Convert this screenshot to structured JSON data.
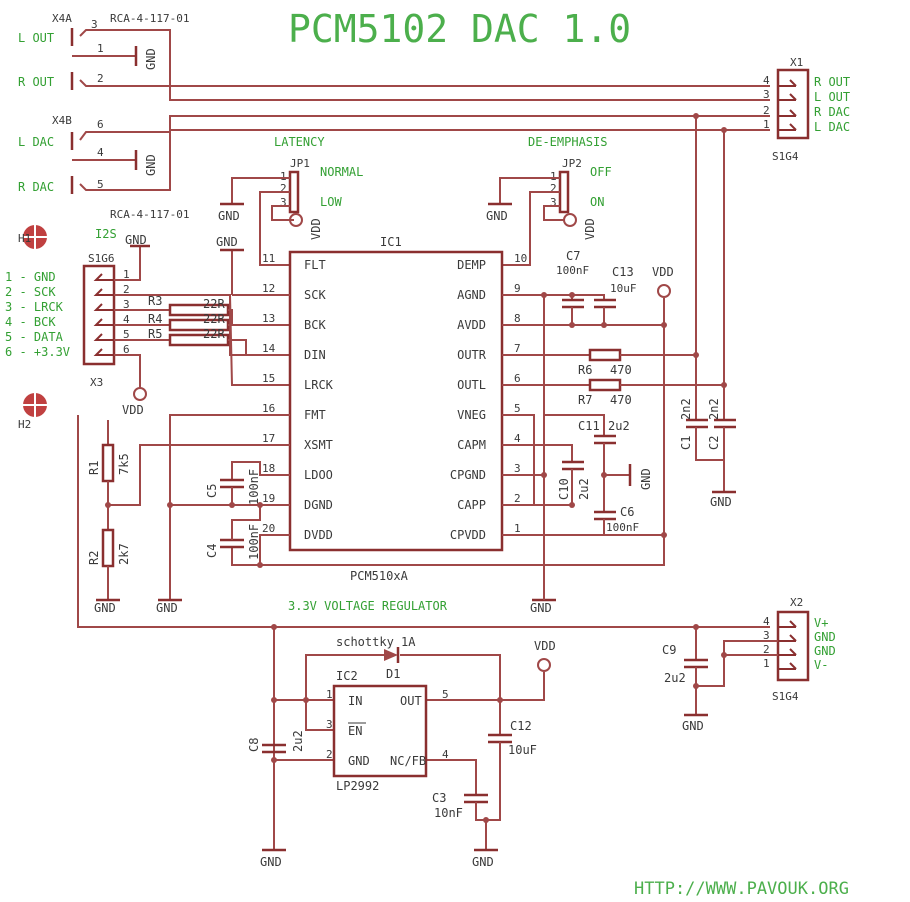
{
  "title": "PCM5102 DAC 1.0",
  "url": "HTTP://WWW.PAVOUK.ORG",
  "colors": {
    "wire": "#a04848",
    "body": "#8a2f2f",
    "label": "#33a033",
    "text": "#3a3a3a"
  },
  "x4a": {
    "name": "X4A",
    "part": "RCA-4-117-01",
    "l_out": "L OUT",
    "r_out": "R OUT",
    "p3": "3",
    "p1": "1",
    "p2": "2"
  },
  "x4b": {
    "name": "X4B",
    "part": "RCA-4-117-01",
    "l_dac": "L DAC",
    "r_dac": "R DAC",
    "p6": "6",
    "p4": "4",
    "p5": "5"
  },
  "gnd": "GND",
  "vdd": "VDD",
  "x1": {
    "name": "X1",
    "part": "S1G4",
    "pins": [
      "4",
      "3",
      "2",
      "1"
    ],
    "labels": [
      "R OUT",
      "L OUT",
      "R DAC",
      "L DAC"
    ]
  },
  "x2": {
    "name": "X2",
    "part": "S1G4",
    "pins": [
      "4",
      "3",
      "2",
      "1"
    ],
    "labels": [
      "V+",
      "GND",
      "GND",
      "V-"
    ]
  },
  "x3": {
    "name": "X3",
    "part": "S1G6",
    "header": "I2S",
    "pins": [
      "1",
      "2",
      "3",
      "4",
      "5",
      "6"
    ],
    "legend": [
      "1 - GND",
      "2 - SCK",
      "3 - LRCK",
      "4 - BCK",
      "5 - DATA",
      "6 - +3.3V"
    ]
  },
  "holes": [
    "H1",
    "H2"
  ],
  "jp1": {
    "section": "LATENCY",
    "name": "JP1",
    "opt1": "NORMAL",
    "opt2": "LOW",
    "pins": [
      "1",
      "2",
      "3"
    ]
  },
  "jp2": {
    "section": "DE-EMPHASIS",
    "name": "JP2",
    "opt1": "OFF",
    "opt2": "ON",
    "pins": [
      "1",
      "2",
      "3"
    ]
  },
  "ic1": {
    "name": "IC1",
    "part": "PCM510xA",
    "left": [
      [
        "11",
        "FLT"
      ],
      [
        "12",
        "SCK"
      ],
      [
        "13",
        "BCK"
      ],
      [
        "14",
        "DIN"
      ],
      [
        "15",
        "LRCK"
      ],
      [
        "16",
        "FMT"
      ],
      [
        "17",
        "XSMT"
      ],
      [
        "18",
        "LDOO"
      ],
      [
        "19",
        "DGND"
      ],
      [
        "20",
        "DVDD"
      ]
    ],
    "right": [
      [
        "10",
        "DEMP"
      ],
      [
        "9",
        "AGND"
      ],
      [
        "8",
        "AVDD"
      ],
      [
        "7",
        "OUTR"
      ],
      [
        "6",
        "OUTL"
      ],
      [
        "5",
        "VNEG"
      ],
      [
        "4",
        "CAPM"
      ],
      [
        "3",
        "CPGND"
      ],
      [
        "2",
        "CAPP"
      ],
      [
        "1",
        "CPVDD"
      ]
    ]
  },
  "resistors": {
    "r3": "R3",
    "r4": "R4",
    "r5": "R5",
    "r_val": "22R",
    "r1": "R1",
    "r1_val": "7k5",
    "r2": "R2",
    "r2_val": "2k7",
    "r6": "R6",
    "r7": "R7",
    "r67_val": "470"
  },
  "caps": {
    "c1": "C1",
    "c2": "C2",
    "c12val": "2n2",
    "c7": "C7",
    "c7_val": "100nF",
    "c13": "C13",
    "c13_val": "10uF",
    "c11": "C11",
    "c11_val": "2u2",
    "c10": "C10",
    "c10_val": "2u2",
    "c6": "C6",
    "c6_val": "100nF",
    "c5": "C5",
    "c5_val": "100nF",
    "c4": "C4",
    "c4_val": "100nF",
    "c9": "C9",
    "c9_val": "2u2",
    "c8": "C8",
    "c8_val": "2u2",
    "c12": "C12",
    "c12_val": "10uF",
    "c3": "C3",
    "c3_val": "10nF"
  },
  "regulator": {
    "section": "3.3V VOLTAGE REGULATOR",
    "name": "IC2",
    "part": "LP2992",
    "in": "IN",
    "out": "OUT",
    "en": "EN",
    "gnd": "GND",
    "ncfb": "NC/FB",
    "p1": "1",
    "p5": "5",
    "p3": "3",
    "p2": "2",
    "p4": "4",
    "diode": "D1",
    "diode_part": "schottky 1A"
  }
}
